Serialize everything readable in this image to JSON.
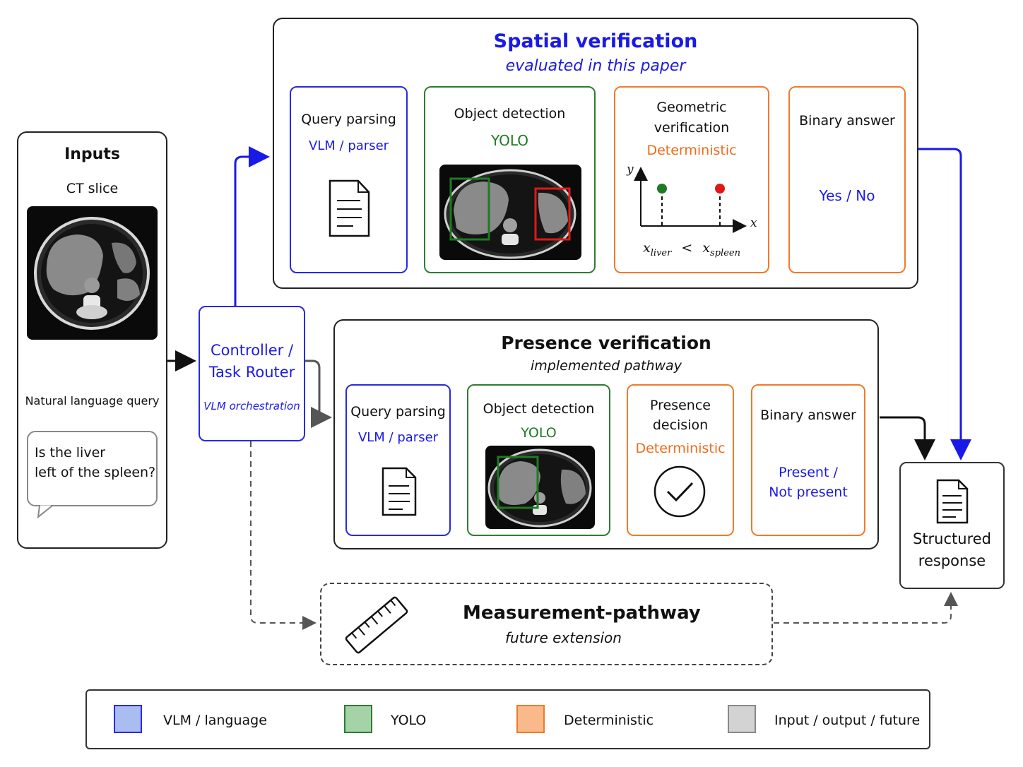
{
  "inputs": {
    "title": "Inputs",
    "ct_label": "CT slice",
    "query_label": "Natural language query",
    "query_line1": "Is the liver",
    "query_line2": "left of the spleen?"
  },
  "controller": {
    "line1": "Controller /",
    "line2": "Task Router",
    "sub": "VLM orchestration"
  },
  "spatial": {
    "title": "Spatial verification",
    "subtitle": "evaluated in this paper",
    "query_title": "Query parsing",
    "query_sub": "VLM / parser",
    "detect_title": "Object detection",
    "detect_sub": "YOLO",
    "geo_line1": "Geometric",
    "geo_line2": "verification",
    "geo_sub": "Deterministic",
    "axis_y": "y",
    "axis_x": "x",
    "formula_left": "x",
    "formula_left_sub": "liver",
    "formula_op": "<",
    "formula_right": "x",
    "formula_right_sub": "spleen",
    "answer_title": "Binary answer",
    "answer_value": "Yes / No"
  },
  "presence": {
    "title": "Presence verification",
    "subtitle": "implemented pathway",
    "query_title": "Query parsing",
    "query_sub": "VLM / parser",
    "detect_title": "Object detection",
    "detect_sub": "YOLO",
    "decision_line1": "Presence",
    "decision_line2": "decision",
    "decision_sub": "Deterministic",
    "answer_title": "Binary answer",
    "answer_line1": "Present /",
    "answer_line2": "Not present"
  },
  "measurement": {
    "title": "Measurement-pathway",
    "subtitle": "future extension"
  },
  "output": {
    "line1": "Structured",
    "line2": "response"
  },
  "legend": {
    "items": [
      {
        "label": "VLM / language",
        "color": "#a9bdf0",
        "border": "#2a2ae0"
      },
      {
        "label": "YOLO",
        "color": "#a5d3a8",
        "border": "#2e7d32"
      },
      {
        "label": "Deterministic",
        "color": "#f9b98a",
        "border": "#f07a2a"
      },
      {
        "label": "Input / output / future",
        "color": "#d3d3d3",
        "border": "#888888"
      }
    ]
  },
  "colors": {
    "vlm": "#1a1ae6",
    "yolo": "#1e7a23",
    "deterministic": "#f06a1a"
  }
}
